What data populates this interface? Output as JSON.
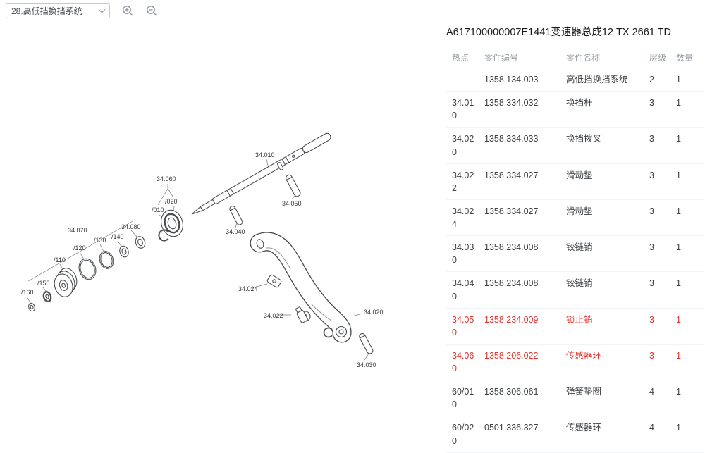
{
  "toolbar": {
    "system_select": {
      "value": "28.高低挡换挡系统"
    }
  },
  "detail": {
    "title": "A617100000007E1441变速器总成12 TX 2661 TD",
    "columns": [
      "热点",
      "零件编号",
      "零件名称",
      "层级",
      "数量"
    ],
    "rows": [
      {
        "hotspot": "",
        "part_no": "1358.134.003",
        "name": "高低挡换挡系统",
        "level": "2",
        "qty": "1"
      },
      {
        "hotspot": "34.010",
        "part_no": "1358.334.032",
        "name": "换挡杆",
        "level": "3",
        "qty": "1"
      },
      {
        "hotspot": "34.020",
        "part_no": "1358.334.033",
        "name": "换挡拨叉",
        "level": "3",
        "qty": "1"
      },
      {
        "hotspot": "34.022",
        "part_no": "1358.334.027",
        "name": "滑动垫",
        "level": "3",
        "qty": "1"
      },
      {
        "hotspot": "34.024",
        "part_no": "1358.334.027",
        "name": "滑动垫",
        "level": "3",
        "qty": "1"
      },
      {
        "hotspot": "34.030",
        "part_no": "1358.234.008",
        "name": "铰链销",
        "level": "3",
        "qty": "1"
      },
      {
        "hotspot": "34.040",
        "part_no": "1358.234.008",
        "name": "铰链销",
        "level": "3",
        "qty": "1"
      },
      {
        "hotspot": "34.050",
        "part_no": "1358.234.009",
        "name": "锁止销",
        "level": "3",
        "qty": "1",
        "highlighted": true
      },
      {
        "hotspot": "34.060",
        "part_no": "1358.206.022",
        "name": "传感器环",
        "level": "3",
        "qty": "1",
        "highlighted": true
      },
      {
        "hotspot": "60/010",
        "part_no": "1358.306.061",
        "name": "弹簧垫圈",
        "level": "4",
        "qty": "1"
      },
      {
        "hotspot": "60/020",
        "part_no": "0501.336.327",
        "name": "传感器环",
        "level": "4",
        "qty": "1"
      }
    ]
  },
  "diagram": {
    "labels": [
      "34.010",
      "34.060",
      "/020",
      "/010",
      "34.080",
      "34.070",
      "/140",
      "/130",
      "/120",
      "/110",
      "/150",
      "/160",
      "34.040",
      "34.050",
      "34.024",
      "34.022",
      "34.020",
      "34.030"
    ]
  },
  "colors": {
    "highlight_red": "#e8312a",
    "header_text": "#9aa0a6",
    "body_text": "#3c4043"
  }
}
